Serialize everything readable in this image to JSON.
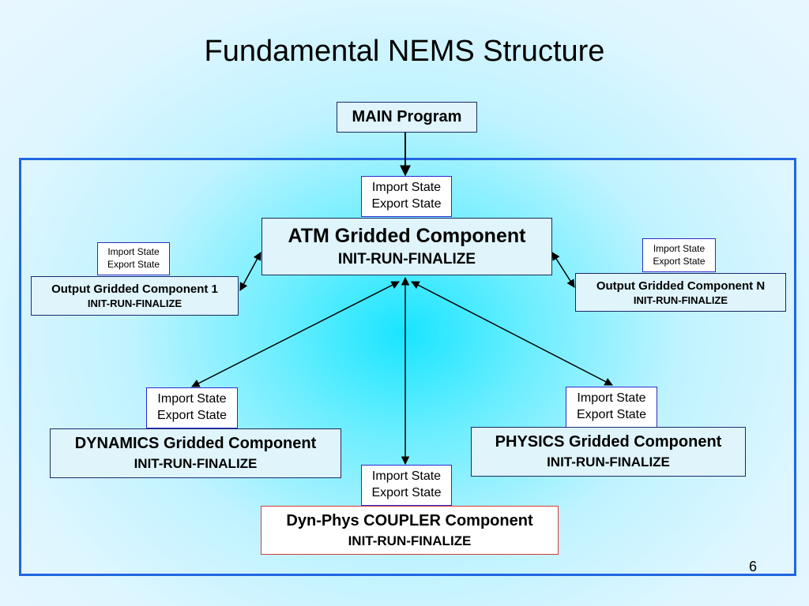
{
  "title": "Fundamental NEMS Structure",
  "main": {
    "label": "MAIN Program"
  },
  "state": {
    "import": "Import State",
    "export": "Export State"
  },
  "irf": "INIT-RUN-FINALIZE",
  "atm": {
    "name": "ATM Gridded Component",
    "sub": "INIT-RUN-FINALIZE"
  },
  "output1": {
    "name": "Output Gridded Component 1",
    "sub": "INIT-RUN-FINALIZE"
  },
  "outputN": {
    "name": "Output Gridded Component N",
    "sub": "INIT-RUN-FINALIZE"
  },
  "dynamics": {
    "name": "DYNAMICS Gridded Component",
    "sub": "INIT-RUN-FINALIZE"
  },
  "physics": {
    "name": "PHYSICS Gridded Component",
    "sub": "INIT-RUN-FINALIZE"
  },
  "coupler": {
    "name": "Dyn-Phys COUPLER Component",
    "sub": "INIT-RUN-FINALIZE"
  },
  "page_number": "6"
}
